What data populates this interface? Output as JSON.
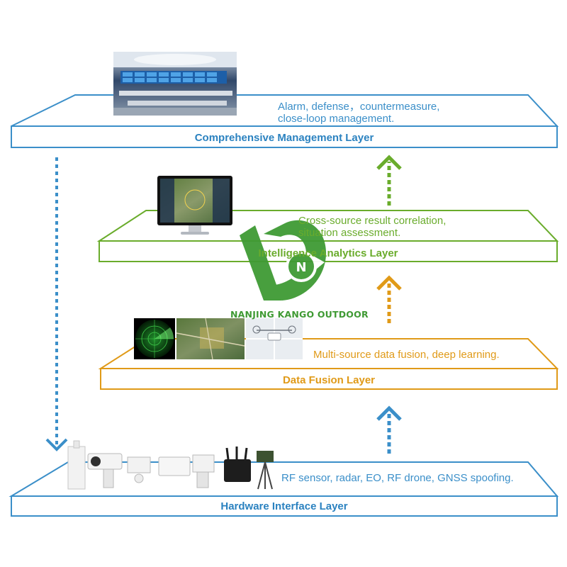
{
  "layers": [
    {
      "title": "Comprehensive Management Layer",
      "description_line1": "Alarm, defense，countermeasure,",
      "description_line2": "close-loop management.",
      "color": "#3b8fc9",
      "image": "control-room-photo"
    },
    {
      "title": "Intelligence Analytics Layer",
      "description_line1": "Cross-source result correlation,",
      "description_line2": "situation assessment.",
      "color": "#6aac2c",
      "image": "monitor-map-display"
    },
    {
      "title": "Data Fusion Layer",
      "description_line1": "Multi-source data fusion, deep learning.",
      "color": "#e09a18",
      "images": [
        "radar-scope",
        "satellite-map",
        "drone-thermal"
      ]
    },
    {
      "title": "Hardware Interface Layer",
      "description_line1": "RF sensor, radar, EO, RF drone, GNSS spoofing.",
      "color": "#3b8fc9",
      "images": [
        "antenna",
        "eo-camera",
        "sensor-box",
        "radar-panel",
        "ptz-camera",
        "jammer-case",
        "tripod-radar"
      ]
    }
  ],
  "watermark": {
    "text": "NANJING KANGO OUTDOOR",
    "color": "#3f9a34"
  },
  "arrows": {
    "up_colors": [
      "#6aac2c",
      "#e09a18",
      "#3b8fc9"
    ],
    "down_color": "#3b8fc9"
  }
}
